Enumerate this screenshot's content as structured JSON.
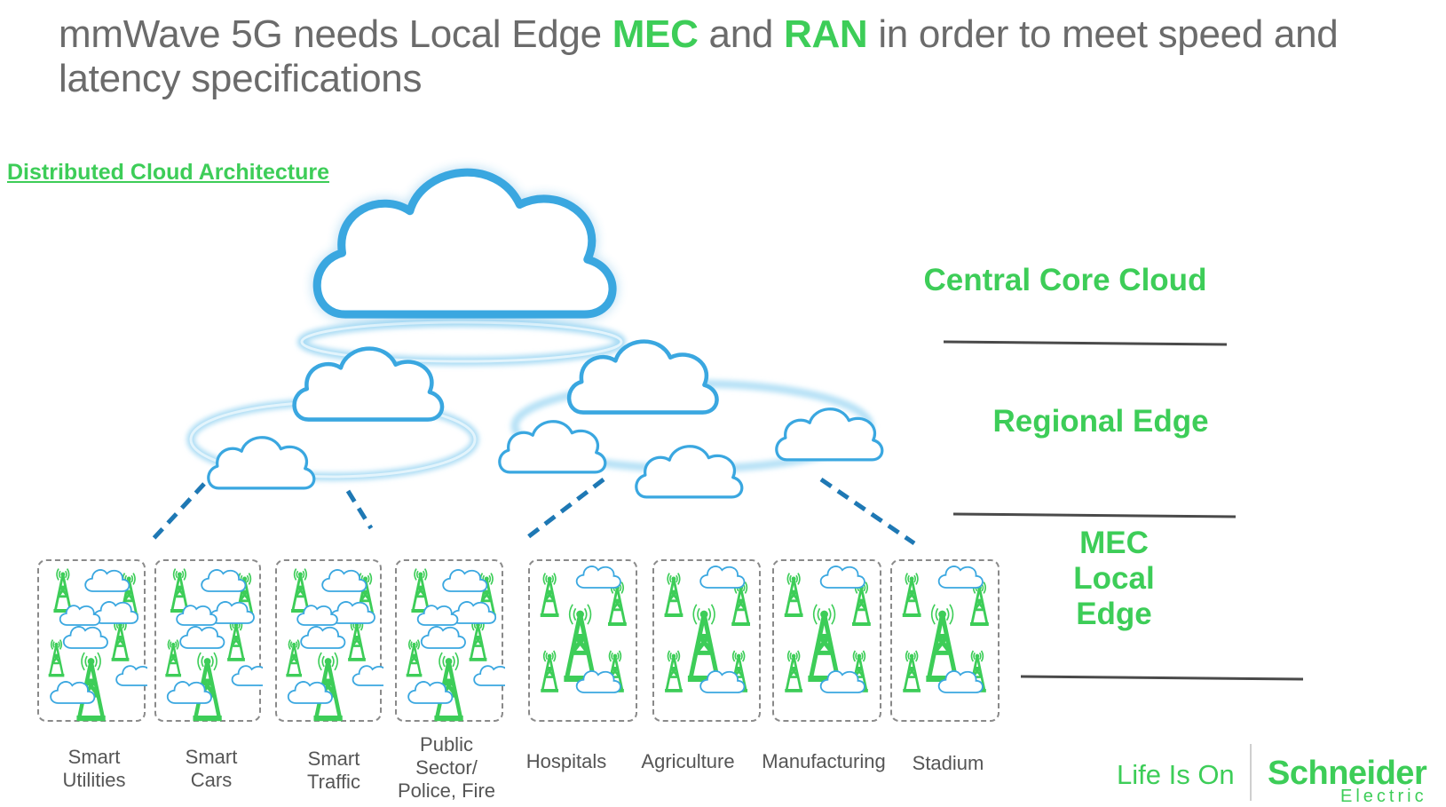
{
  "title": {
    "part1": "mmWave 5G needs Local Edge ",
    "hl1": "MEC",
    "part2": " and ",
    "hl2": "RAN",
    "part3": " in order to meet speed and latency specifications"
  },
  "subtitle": "Distributed Cloud  Architecture",
  "layers": {
    "core": "Central Core Cloud",
    "regional": "Regional  Edge",
    "mec": [
      "MEC",
      "Local",
      "Edge"
    ]
  },
  "categories": [
    "Smart\nUtilities",
    "Smart\nCars",
    "Smart\nTraffic",
    "Public\nSector/\nPolice, Fire",
    "Hospitals",
    "Agriculture",
    "Manufacturing",
    "Stadium"
  ],
  "brand": {
    "slogan": "Life Is On",
    "name": "Schneider",
    "sub": "Electric"
  },
  "colors": {
    "accent": "#3dcd58",
    "cloud_stroke": "#3aa7e0",
    "text_gray": "#6b6b6b"
  }
}
